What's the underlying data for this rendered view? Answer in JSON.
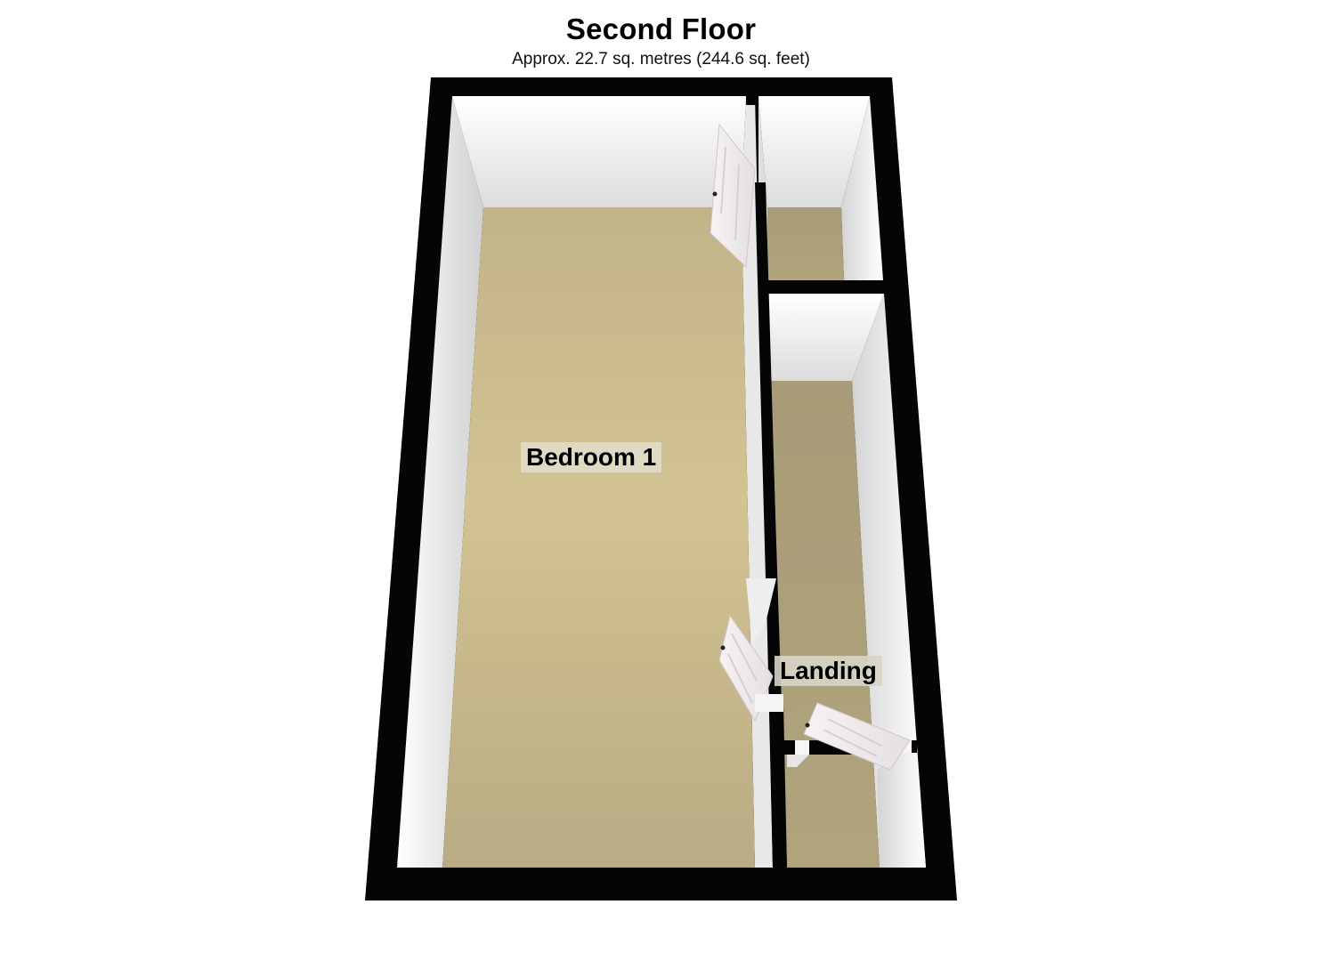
{
  "header": {
    "title": "Second Floor",
    "subtitle": "Approx. 22.7 sq. metres (244.6 sq. feet)"
  },
  "rooms": [
    {
      "label": "Bedroom 1"
    },
    {
      "label": "Landing"
    }
  ],
  "colors": {
    "wall": "#000000",
    "inner_wall": "#f2f2f2",
    "carpet": "#bfb28a",
    "landing_floor": "#a89d78",
    "door": "#f4f0f0",
    "label_bg": "#e1decd"
  }
}
